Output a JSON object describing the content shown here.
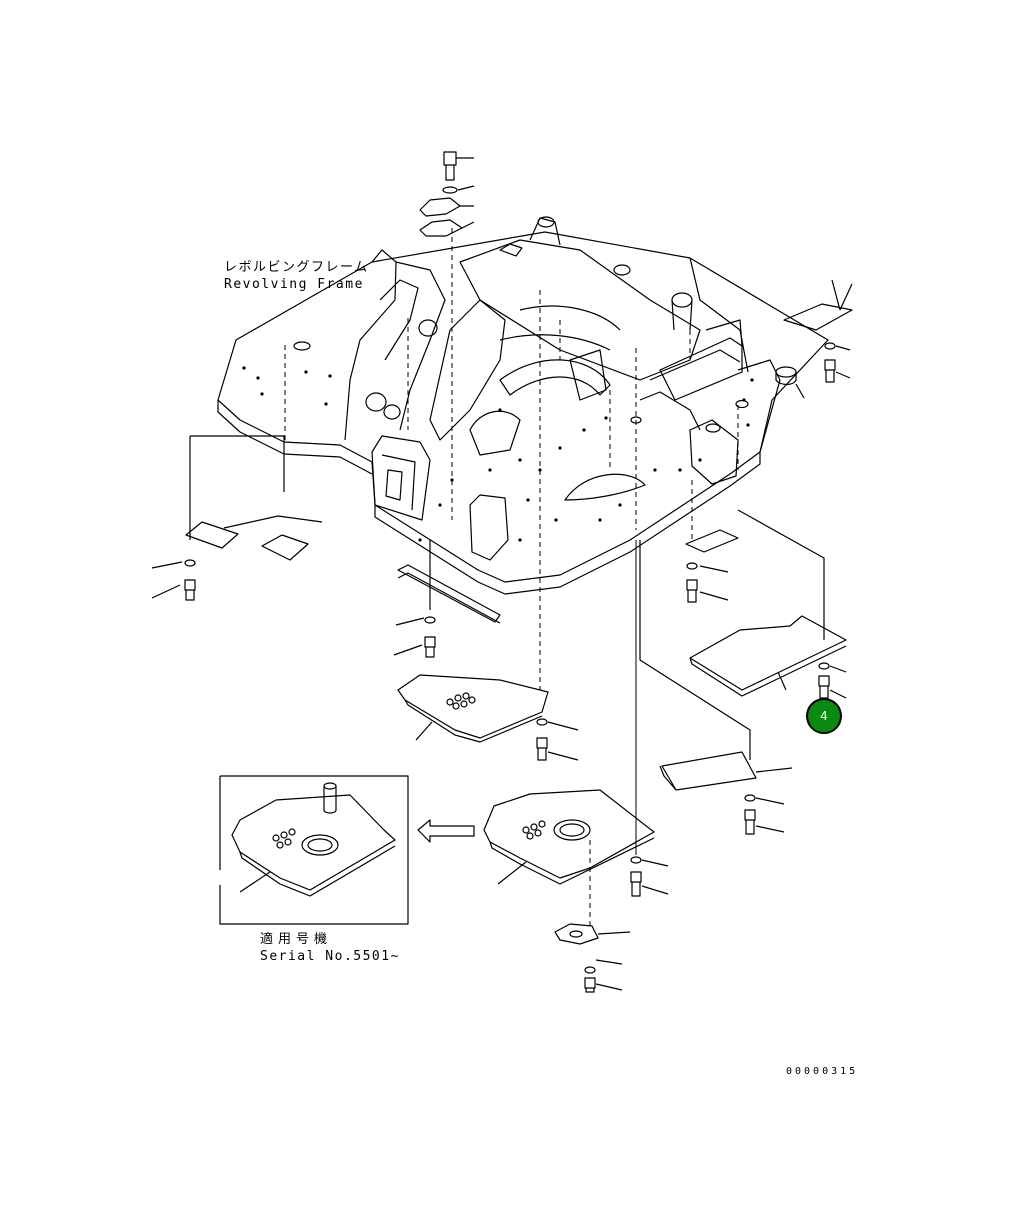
{
  "labels": {
    "frame_jp": "レボルビングフレーム",
    "frame_en": "Revolving Frame",
    "serial_jp": "適用号機",
    "serial_en": "Serial No.5501∼",
    "doc_number": "00000315"
  },
  "callout": {
    "number": "4",
    "color": "#0a8a12"
  }
}
